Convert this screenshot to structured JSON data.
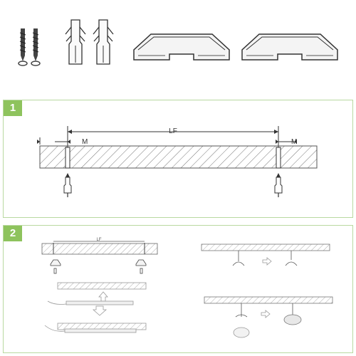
{
  "steps": [
    {
      "number": "1"
    },
    {
      "number": "2"
    }
  ],
  "dimensions": {
    "lf_label": "LF",
    "margin_label": "M"
  },
  "parts_row": {
    "items": [
      "screw-icon",
      "wall-plug-icon",
      "mounting-clip-icon"
    ]
  },
  "colors": {
    "badge": "#8ec35d",
    "panel_border": "#b9d9a0",
    "line": "#333333",
    "hatch": "#777777"
  }
}
